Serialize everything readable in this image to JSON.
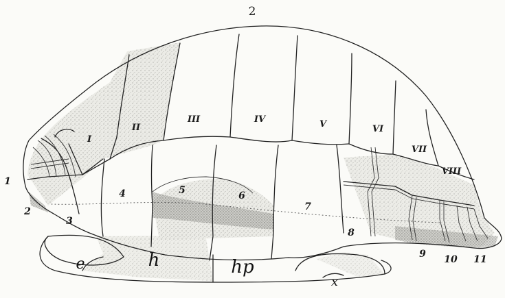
{
  "figure_number": "2",
  "vertebral_labels": [
    "I",
    "II",
    "III",
    "IV",
    "V",
    "VI",
    "VII",
    "VIII"
  ],
  "marginal_labels": [
    "1",
    "2",
    "3",
    "4",
    "5",
    "6",
    "7",
    "8",
    "9",
    "10",
    "11"
  ],
  "plastron_labels": [
    "e",
    "h",
    "hp",
    "x"
  ]
}
